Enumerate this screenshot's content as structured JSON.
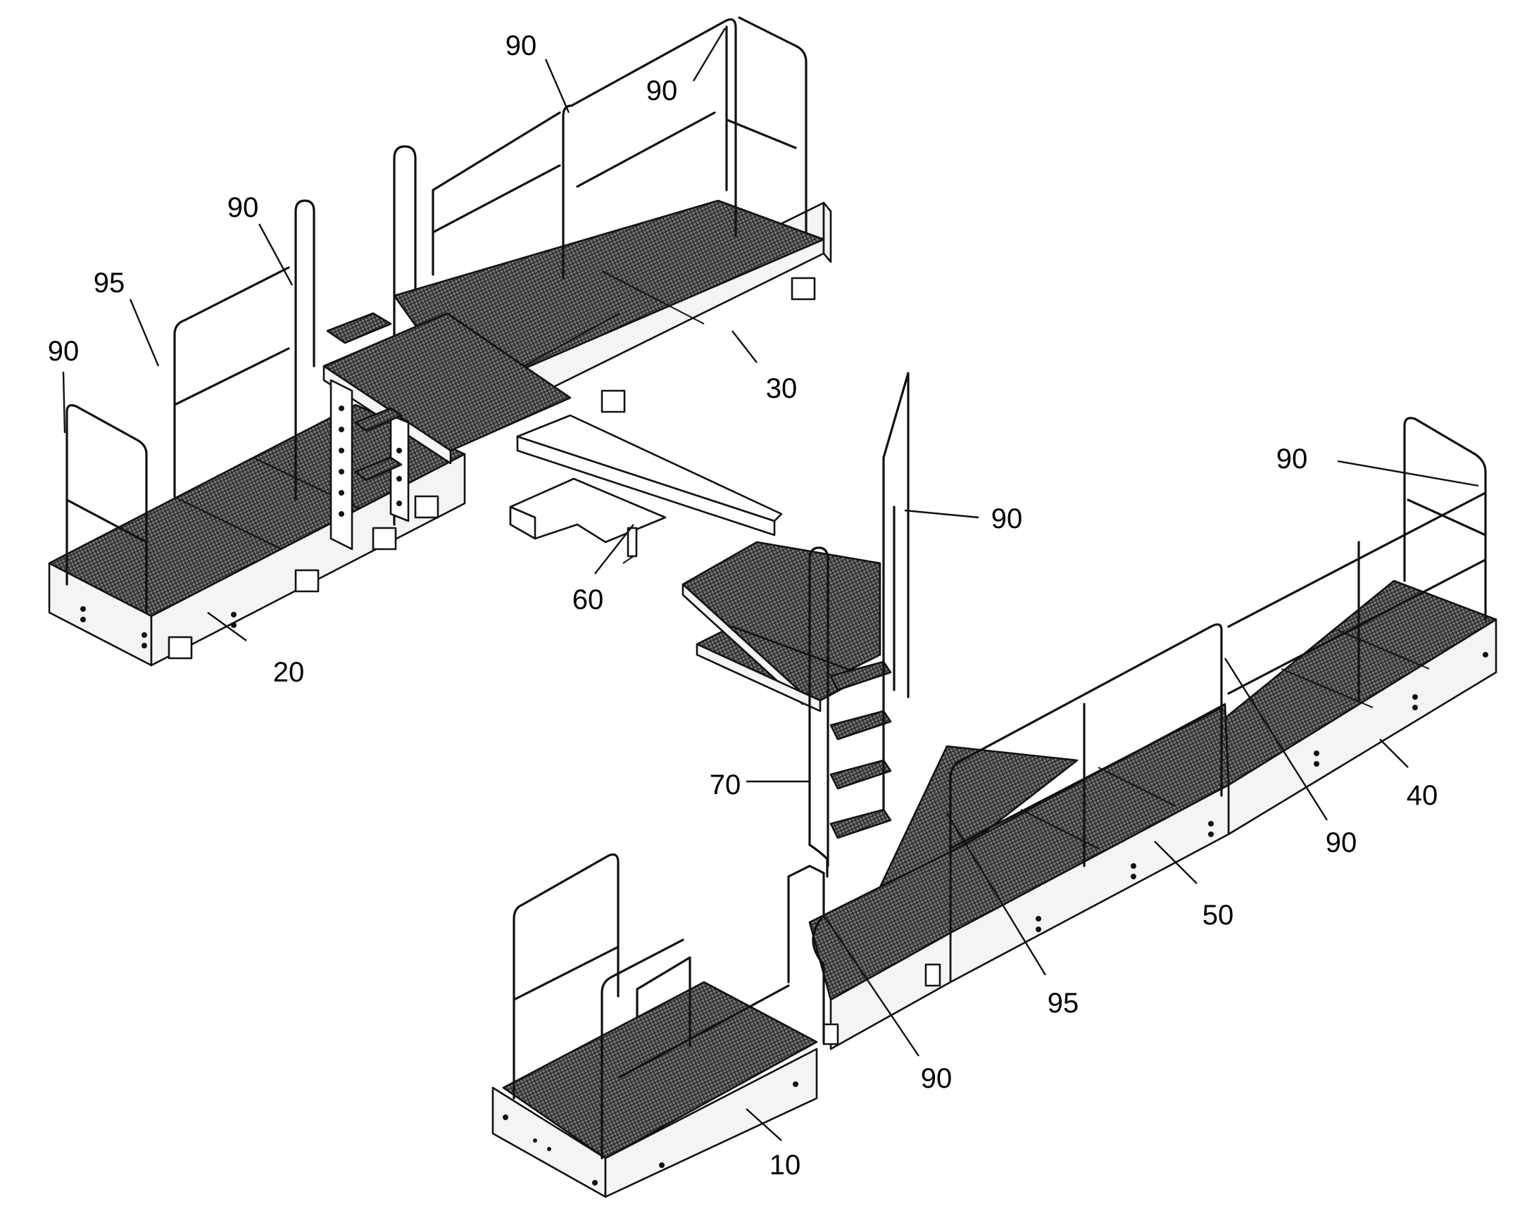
{
  "callouts": [
    {
      "id": "c90a",
      "text": "90"
    },
    {
      "id": "c90b",
      "text": "90"
    },
    {
      "id": "c90c",
      "text": "90"
    },
    {
      "id": "c95a",
      "text": "95"
    },
    {
      "id": "c90d",
      "text": "90"
    },
    {
      "id": "c30",
      "text": "30"
    },
    {
      "id": "c90e",
      "text": "90"
    },
    {
      "id": "c90f",
      "text": "90"
    },
    {
      "id": "c60",
      "text": "60"
    },
    {
      "id": "c20",
      "text": "20"
    },
    {
      "id": "c70",
      "text": "70"
    },
    {
      "id": "c40",
      "text": "40"
    },
    {
      "id": "c90g",
      "text": "90"
    },
    {
      "id": "c50",
      "text": "50"
    },
    {
      "id": "c95b",
      "text": "95"
    },
    {
      "id": "c90h",
      "text": "90"
    },
    {
      "id": "c10",
      "text": "10"
    }
  ]
}
